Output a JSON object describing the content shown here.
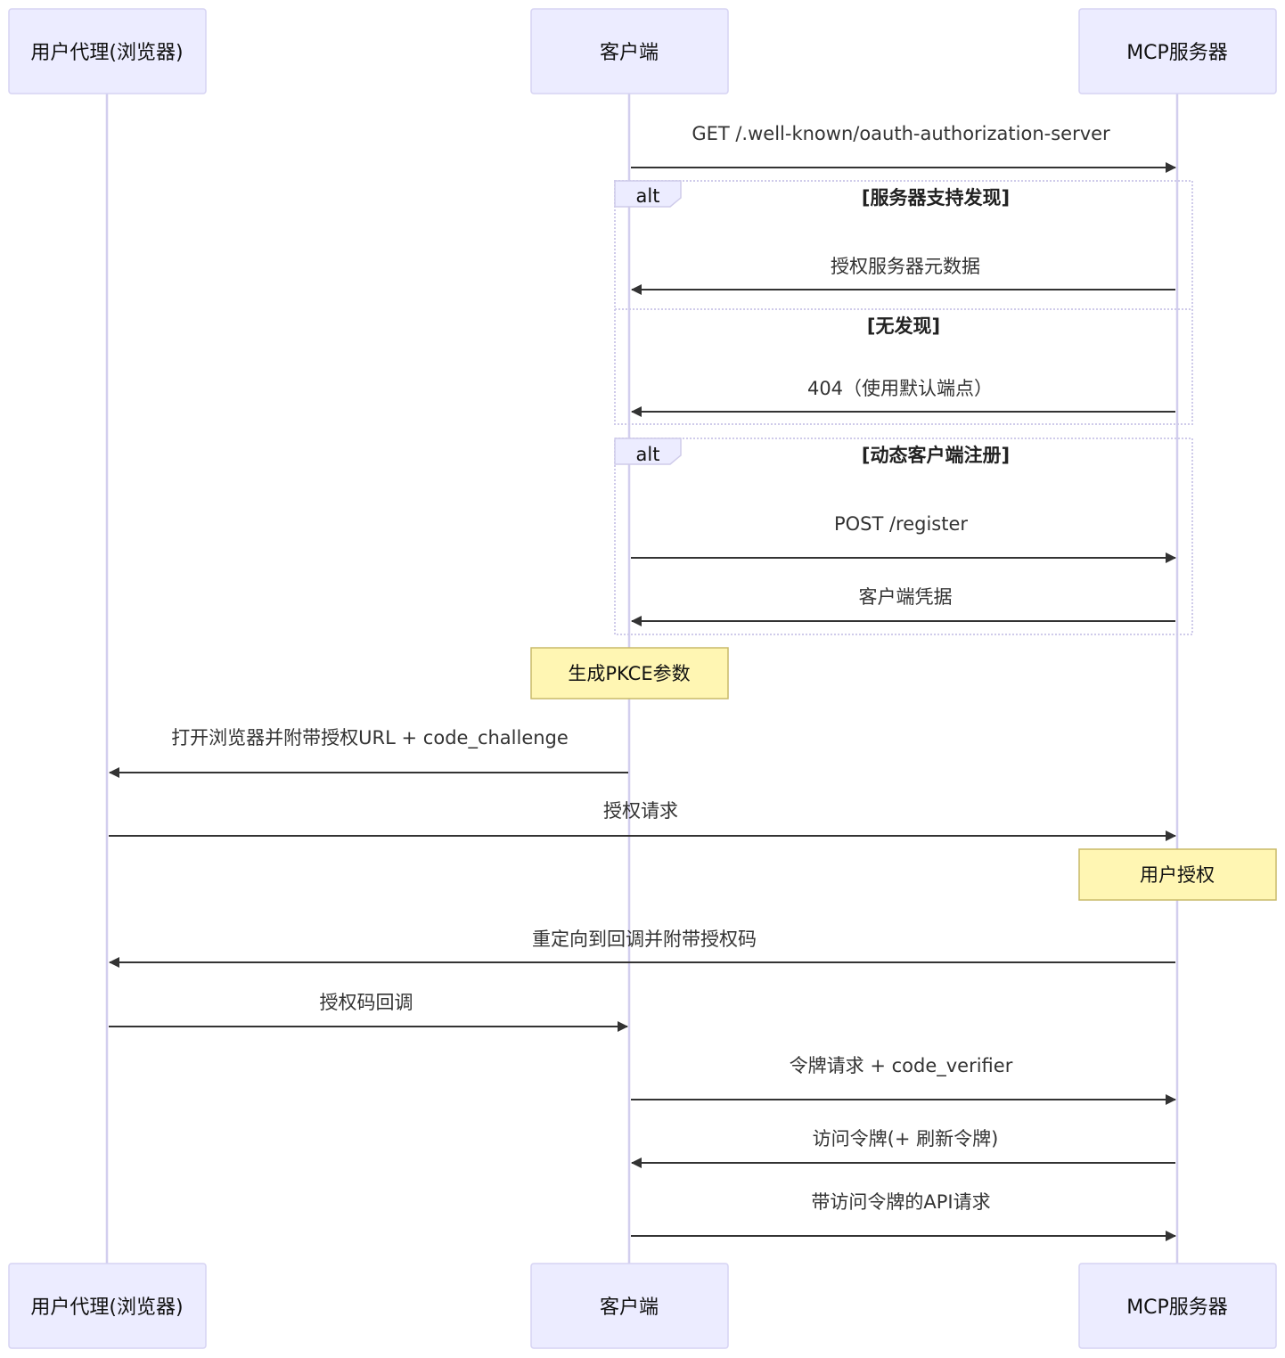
{
  "participants": [
    {
      "id": "browser",
      "label": "用户代理(浏览器)"
    },
    {
      "id": "client",
      "label": "客户端"
    },
    {
      "id": "server",
      "label": "MCP服务器"
    }
  ],
  "messages": [
    {
      "from": "client",
      "to": "server",
      "text": "GET /.well-known/oauth-authorization-server"
    },
    {
      "from": "server",
      "to": "client",
      "text": "授权服务器元数据"
    },
    {
      "from": "server",
      "to": "client",
      "text": "404（使用默认端点）"
    },
    {
      "from": "client",
      "to": "server",
      "text": "POST /register"
    },
    {
      "from": "server",
      "to": "client",
      "text": "客户端凭据"
    },
    {
      "from": "client",
      "to": "browser",
      "text": "打开浏览器并附带授权URL + code_challenge"
    },
    {
      "from": "browser",
      "to": "server",
      "text": "授权请求"
    },
    {
      "from": "server",
      "to": "browser",
      "text": "重定向到回调并附带授权码"
    },
    {
      "from": "browser",
      "to": "client",
      "text": "授权码回调"
    },
    {
      "from": "client",
      "to": "server",
      "text": "令牌请求 + code_verifier"
    },
    {
      "from": "server",
      "to": "client",
      "text": "访问令牌(+ 刷新令牌)"
    },
    {
      "from": "client",
      "to": "server",
      "text": "带访问令牌的API请求"
    }
  ],
  "frames": [
    {
      "type": "alt",
      "sections": [
        "[服务器支持发现]",
        "[无发现]"
      ]
    },
    {
      "type": "alt",
      "sections": [
        "[动态客户端注册]"
      ]
    }
  ],
  "notes": [
    {
      "over": "client",
      "text": "生成PKCE参数"
    },
    {
      "over": "server",
      "text": "用户授权"
    }
  ]
}
